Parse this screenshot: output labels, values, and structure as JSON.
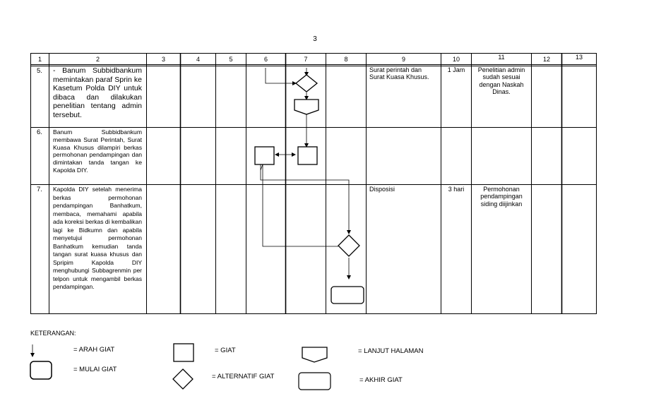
{
  "page_number": "3",
  "columns": [
    "1",
    "2",
    "3",
    "4",
    "5",
    "6",
    "7",
    "8",
    "9",
    "10",
    "11",
    "12",
    "13"
  ],
  "rows": [
    {
      "no": "5.",
      "description": "- Banum Subbidbankum memintakan paraf Sprin ke Kasetum Polda DIY untuk dibaca dan dilakukan penelitian tentang admin tersebut.",
      "kelengkapan": "Surat perintah dan Surat Kuasa Khusus.",
      "waktu": "1 Jam",
      "output": "Penelitian admin sudah sesuai dengan Naskah Dinas."
    },
    {
      "no": "6.",
      "description": "Banum Subbidbankum membawa Surat Perintah, Surat Kuasa Khusus dilampiri berkas permohonan pendampingan dan dimintakan tanda tangan ke Kapolda DIY.",
      "kelengkapan": "",
      "waktu": "",
      "output": ""
    },
    {
      "no": "7.",
      "description": "Kapolda DIY setelah menerima berkas permohonan pendampingan Banhatkum, membaca, memahami apabila ada koreksi berkas di kembalikan lagi ke Bidkumn dan apabila menyetujui permohonan Banhatkum kemudian tanda tangan surat kuasa khusus dan Spripim Kapolda DIY menghubungi Subbagrenmin per telpon untuk mengambil berkas pendampingan.",
      "kelengkapan": "Disposisi",
      "waktu": "3 hari",
      "output": "Permohonan pendampingan siding diijinkan"
    }
  ],
  "legend": {
    "title": "KETERANGAN:",
    "arah_giat": "= ARAH GIAT",
    "mulai_giat": "= MULAI GIAT",
    "giat": "= GIAT",
    "alternatif_giat": "= ALTERNATIF GIAT",
    "lanjut_halaman": "= LANJUT HALAMAN",
    "akhir_giat": "= AKHIR GIAT"
  }
}
